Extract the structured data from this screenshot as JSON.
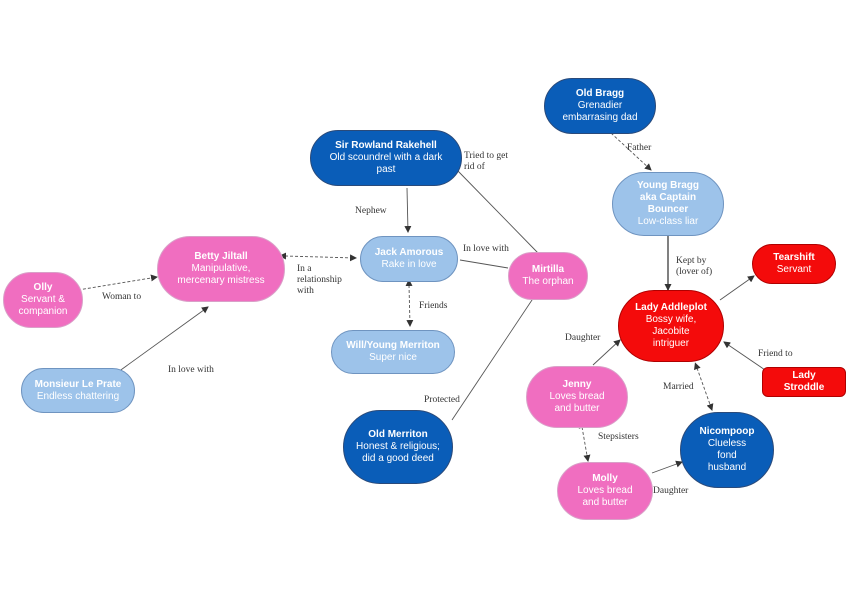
{
  "nodes": {
    "olly": {
      "name": "Olly",
      "desc": "Servant & companion",
      "color": "#f06ec0"
    },
    "betty": {
      "name": "Betty Jiltall",
      "desc": "Manipulative, mercenary mistress",
      "color": "#f06ec0"
    },
    "monsieur": {
      "name": "Monsieur Le Prate",
      "desc": "Endless chattering",
      "color": "#9dc3ea"
    },
    "rowland": {
      "name": "Sir Rowland Rakehell",
      "desc": "Old scoundrel with a dark past",
      "color": "#0a5db8"
    },
    "jack": {
      "name": "Jack Amorous",
      "desc": "Rake in love",
      "color": "#9dc3ea"
    },
    "will": {
      "name": "Will/Young Merriton",
      "desc": "Super nice",
      "color": "#9dc3ea"
    },
    "oldmerriton": {
      "name": "Old Merriton",
      "desc": "Honest & religious; did a good deed",
      "color": "#0a5db8"
    },
    "mirtilla": {
      "name": "Mirtilla",
      "desc": "The orphan",
      "color": "#f06ec0"
    },
    "oldbragg": {
      "name": "Old Bragg",
      "desc": "Grenadier embarrasing dad",
      "color": "#0a5db8"
    },
    "youngbragg": {
      "name": "Young Bragg aka Captain Bouncer",
      "desc": "Low-class liar",
      "color": "#9dc3ea"
    },
    "tearshift": {
      "name": "Tearshift",
      "desc": "Servant",
      "color": "#f40b0b"
    },
    "addleplot": {
      "name": "Lady Addleplot",
      "desc": "Bossy wife, Jacobite intriguer",
      "color": "#f40b0b"
    },
    "stroddle": {
      "name": "Lady Stroddle",
      "desc": "",
      "color": "#f40b0b"
    },
    "jenny": {
      "name": "Jenny",
      "desc": "Loves bread and butter",
      "color": "#f06ec0"
    },
    "nicompoop": {
      "name": "Nicompoop",
      "desc": "Clueless fond husband",
      "color": "#0a5db8"
    },
    "molly": {
      "name": "Molly",
      "desc": "Loves bread and butter",
      "color": "#f06ec0"
    }
  },
  "edges": {
    "woman_to": "Woman to",
    "relationship": "In a relationship with",
    "in_love_with_monsieur": "In love with",
    "nephew": "Nephew",
    "tried": "Tried to get rid of",
    "in_love_with_jack": "In love with",
    "friends": "Friends",
    "protected": "Protected",
    "father": "Father",
    "kept_by": "Kept by (lover of)",
    "daughter_jenny": "Daughter",
    "friend_to": "Friend to",
    "married": "Married",
    "stepsisters": "Stepsisters",
    "daughter_molly": "Daughter"
  }
}
